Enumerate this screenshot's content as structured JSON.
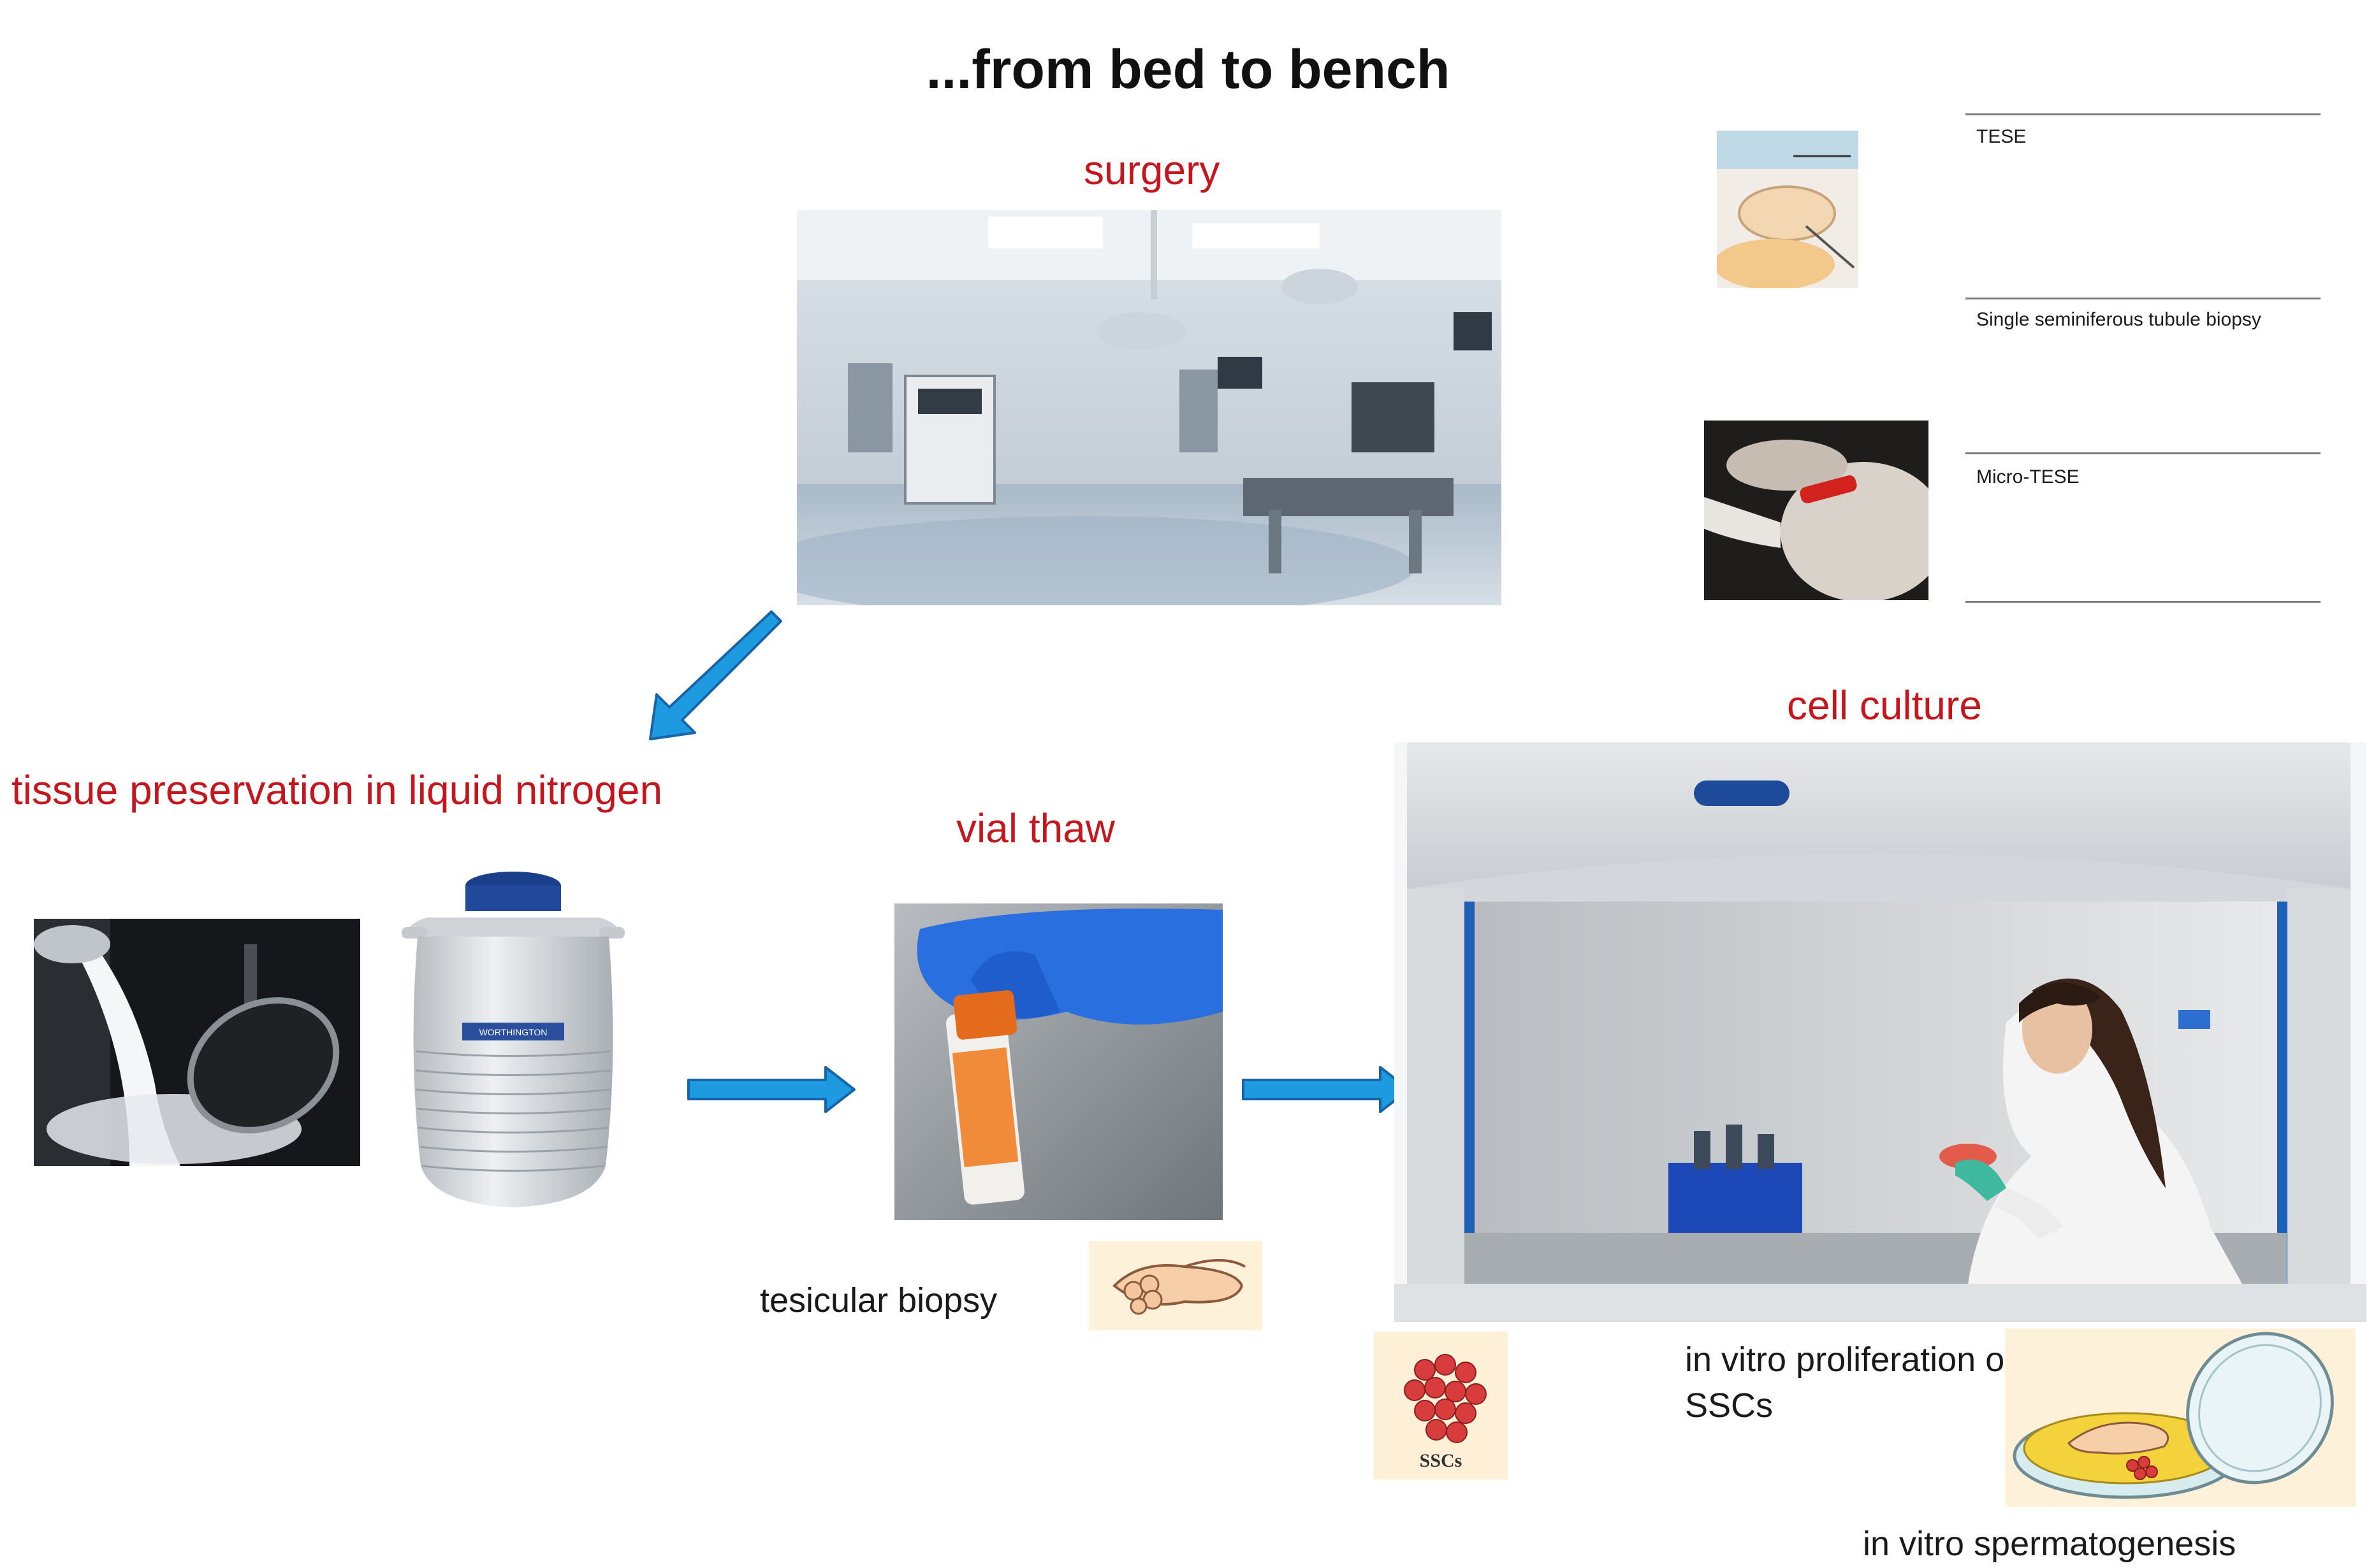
{
  "title": "...from bed to bench",
  "labels": {
    "surgery": "surgery",
    "tissue_preservation": "tissue preservation in liquid nitrogen",
    "vial_thaw": "vial thaw",
    "cell_culture": "cell culture",
    "testicular_biopsy": "tesicular biopsy",
    "proliferation": "in vitro proliferation of SSCs",
    "spermatogenesis": "in vitro spermatogenesis",
    "sscs_icon_text": "SSCs",
    "dewar_brand": "WORTHINGTON"
  },
  "methods": [
    {
      "label": "TESE"
    },
    {
      "label": "Single seminiferous tubule biopsy"
    },
    {
      "label": "Micro-TESE"
    }
  ],
  "colors": {
    "accent_red": "#c4161c",
    "arrow_blue": "#1e9be0",
    "arrow_outline": "#1765a8"
  }
}
